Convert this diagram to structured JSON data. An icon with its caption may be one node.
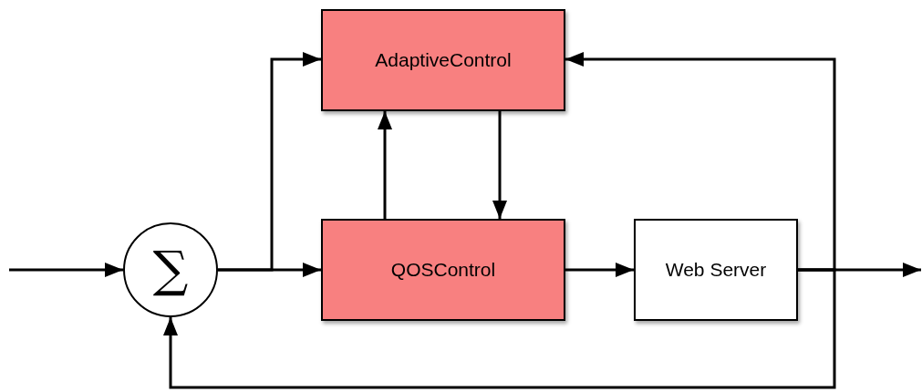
{
  "diagram": {
    "nodes": [
      {
        "text": [
          "∑"
        ]
      },
      {
        "text": [
          "AdaptiveControl"
        ]
      },
      {
        "text": [
          "QOSControl"
        ]
      },
      {
        "text": [
          "Web Server"
        ]
      }
    ],
    "edges": [
      {
        "from": null,
        "to": 0,
        "arrow": "to"
      },
      {
        "from": 0,
        "to": 2,
        "arrow": "to"
      },
      {
        "from": 0,
        "to": 1,
        "arrow": "to"
      },
      {
        "from": 2,
        "to": 1,
        "arrow": "to"
      },
      {
        "from": 1,
        "to": 2,
        "arrow": "to"
      },
      {
        "from": 2,
        "to": 3,
        "arrow": "to"
      },
      {
        "from": 3,
        "to": null,
        "arrow": "to"
      },
      {
        "from": 3,
        "to": 1,
        "arrow": "to"
      },
      {
        "from": 3,
        "to": 0,
        "arrow": "to"
      }
    ]
  }
}
